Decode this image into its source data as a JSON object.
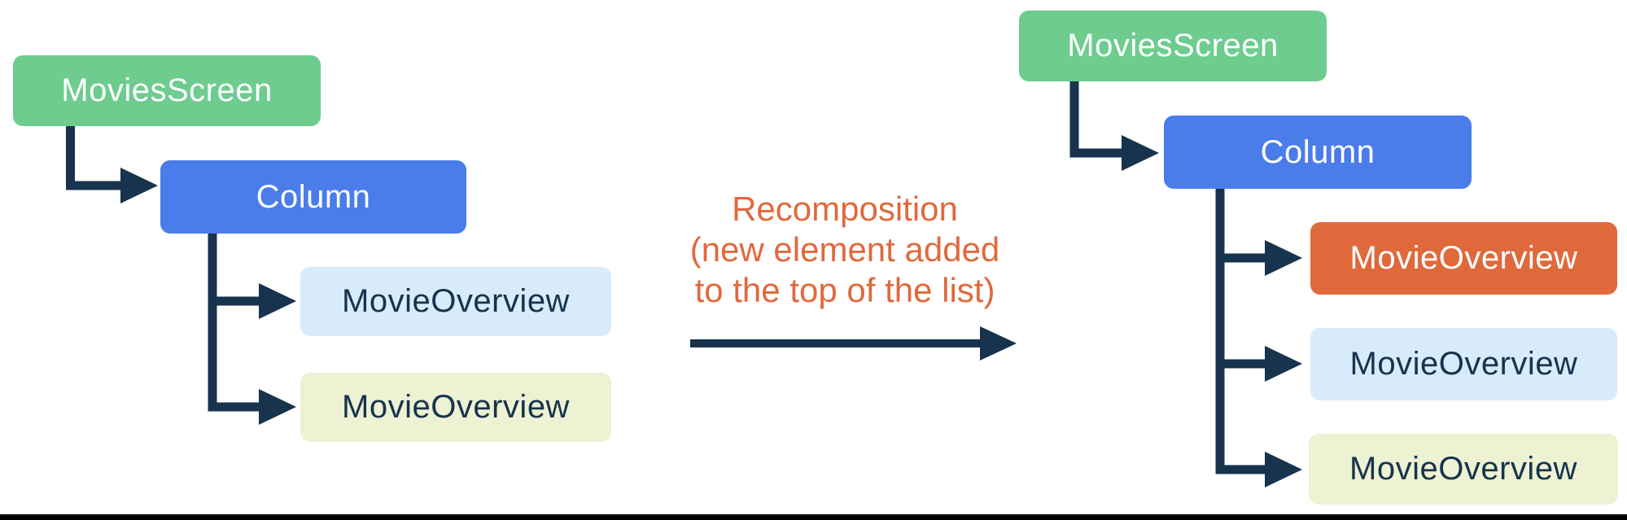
{
  "diagram": {
    "description": "Recomposition diagram: composable tree before and after a new element is added to the top of the list",
    "colors": {
      "root_green": "#6dcc8e",
      "column_blue": "#4a7cea",
      "new_item_orange": "#e0693c",
      "item_lightblue": "#d8ebfa",
      "item_yellow": "#edf2d2",
      "connector_navy": "#17334d",
      "caption_orange": "#e0693c",
      "bottom_border_black": "#000000"
    },
    "tree_before": {
      "root": {
        "label": "MoviesScreen"
      },
      "column": {
        "label": "Column"
      },
      "children": [
        {
          "label": "MovieOverview"
        },
        {
          "label": "MovieOverview"
        }
      ]
    },
    "transition": {
      "caption_lines": [
        "Recomposition",
        "(new element added",
        "to the top of the list)"
      ]
    },
    "tree_after": {
      "root": {
        "label": "MoviesScreen"
      },
      "column": {
        "label": "Column"
      },
      "children": [
        {
          "label": "MovieOverview"
        },
        {
          "label": "MovieOverview"
        },
        {
          "label": "MovieOverview"
        }
      ]
    }
  }
}
